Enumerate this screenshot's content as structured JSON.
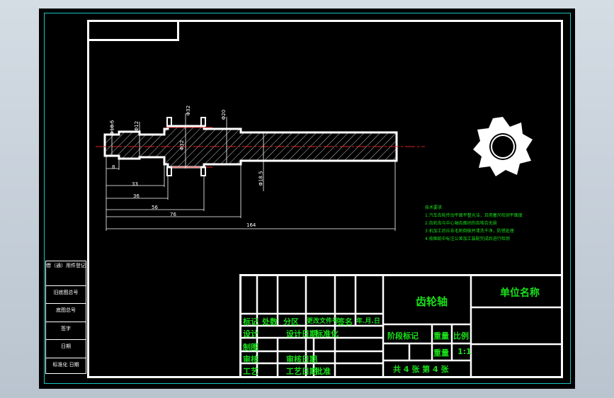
{
  "drawing": {
    "dimensions": {
      "d_left": "Φ18.5",
      "d_second": "Φ12",
      "d_mid": "Φ32",
      "d_gear": "Φ32",
      "d_shaft": "Φ20",
      "d_right": "Φ18.5",
      "len_8": "8",
      "len_33": "33",
      "len_36": "36",
      "len_56": "56",
      "len_76": "76",
      "len_164": "164"
    },
    "notes": {
      "title": "技术要求",
      "lines": [
        "1.汽车齿轮传动平面平整光洁，且用塞尺检测平面度",
        "2.齿轮齿与中心轴齿面间的齿啮合无损",
        "3.机加工后应去毛刺倒棱并清洗干净，防锈处理",
        "4.按图纸中标注公差加工装配完成后进行检测"
      ]
    }
  },
  "side_panel": {
    "rows": [
      "借（通）用件登记",
      "旧底图总号",
      "底图总号",
      "签字",
      "日期",
      "标准化 日期"
    ]
  },
  "title_block": {
    "part_name": "齿轮轴",
    "company": "单位名称",
    "header_row": [
      "标记",
      "处数",
      "分区",
      "更改文件号",
      "签名",
      "年.月.日"
    ],
    "row_design": [
      "设计",
      "设计日期",
      "标准化"
    ],
    "row_draw": [
      "制图"
    ],
    "row_review": [
      "审核",
      "审核日期"
    ],
    "row_process": [
      "工艺",
      "工艺日期",
      "批准"
    ],
    "stage_label": "阶段标记",
    "weight_label": "重量",
    "scale_label": "比例",
    "weight_value": "重量",
    "scale_value": "1:1",
    "sheets": "共 4 张   第 4 张"
  }
}
